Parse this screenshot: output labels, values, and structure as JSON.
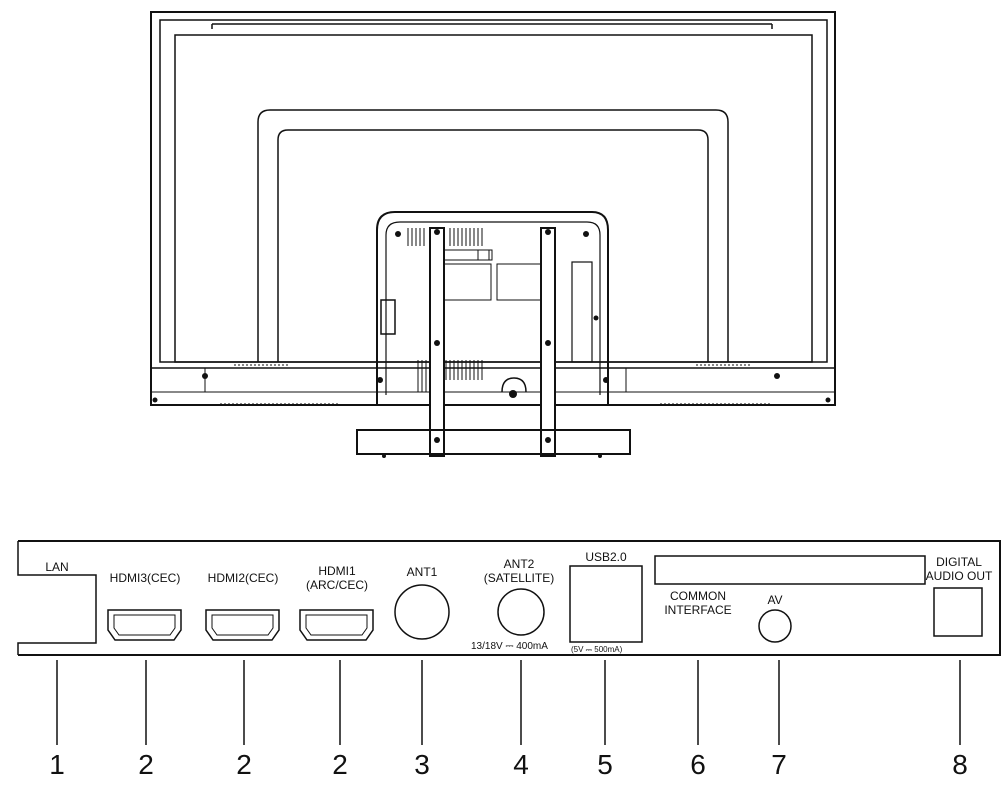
{
  "panel": {
    "lan": "LAN",
    "hdmi3": "HDMI3(CEC)",
    "hdmi2": "HDMI2(CEC)",
    "hdmi1": "HDMI1",
    "hdmi1_sub": "(ARC/CEC)",
    "ant1": "ANT1",
    "ant2": "ANT2",
    "ant2_sub": "(SATELLITE)",
    "ant2_rating": "13/18V ⎓ 400mA",
    "usb": "USB2.0",
    "usb_rating": "(5V ⎓ 500mA)",
    "ci_line1": "COMMON",
    "ci_line2": "INTERFACE",
    "av": "AV",
    "digital_line1": "DIGITAL",
    "digital_line2": "AUDIO OUT"
  },
  "callouts": [
    "1",
    "2",
    "2",
    "2",
    "3",
    "4",
    "5",
    "6",
    "7",
    "8"
  ]
}
